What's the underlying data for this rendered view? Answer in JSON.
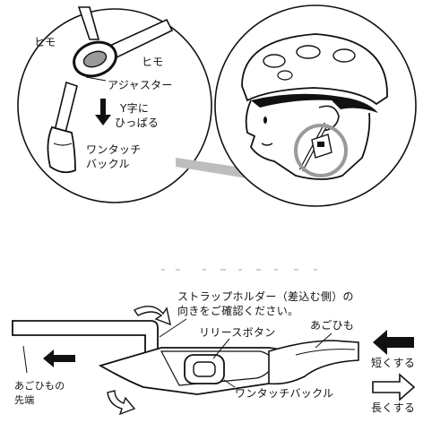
{
  "top_panel": {
    "labels": {
      "strap_left": "ヒモ",
      "strap_right": "ヒモ",
      "adjuster": "アジャスター",
      "pull_y_line1": "Y字に",
      "pull_y_line2": "ひっぱる",
      "one_touch_buckle_line1": "ワンタッチ",
      "one_touch_buckle_line2": "バックル"
    }
  },
  "bottom_panel": {
    "labels": {
      "holder_note_line1": "ストラップホルダー（差込む側）の",
      "holder_note_line2": "向きをご確認ください。",
      "release_button": "リリースボタン",
      "chin_strap": "あごひも",
      "chin_strap_tip_line1": "あごひもの",
      "chin_strap_tip_line2": "先端",
      "one_touch_buckle": "ワンタッチバックル",
      "shorten": "短くする",
      "lengthen": "長くする"
    }
  },
  "colors": {
    "line": "#111111",
    "shadow": "#bdbdbd",
    "fill": "#ffffff",
    "arrow": "#111111"
  }
}
